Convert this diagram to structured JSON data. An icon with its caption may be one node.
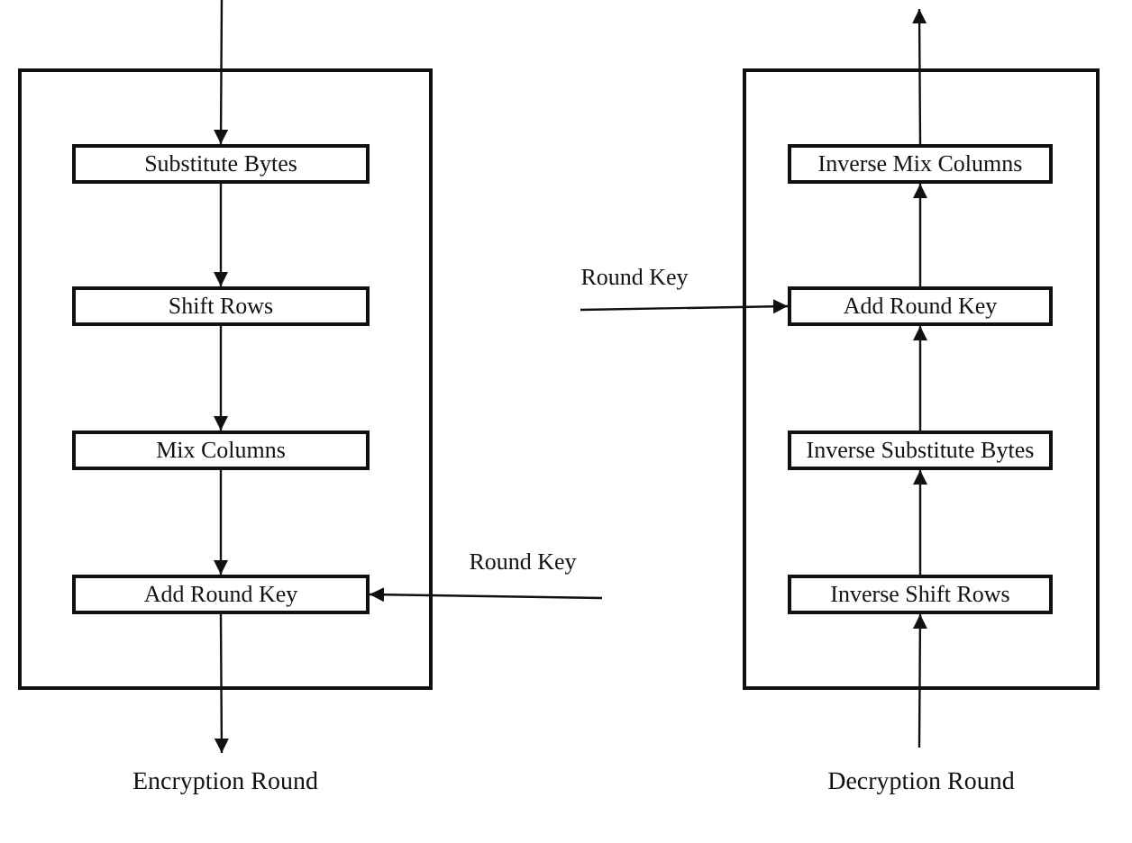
{
  "diagram": {
    "nodes": [
      {
        "text": [
          "Encryption Round"
        ]
      },
      {
        "text": [
          "Substitute Bytes"
        ],
        "in": 0
      },
      {
        "text": [
          "Shift Rows"
        ],
        "in": 0
      },
      {
        "text": [
          "Mix Columns"
        ],
        "in": 0
      },
      {
        "text": [
          "Add Round Key"
        ],
        "in": 0
      },
      {
        "text": [
          "Round Key"
        ]
      },
      {
        "text": [
          "Decryption Round"
        ]
      },
      {
        "text": [
          "Inverse Mix Columns"
        ],
        "in": 6
      },
      {
        "text": [
          "Add Round Key"
        ],
        "in": 6
      },
      {
        "text": [
          "Inverse Substitute Bytes"
        ],
        "in": 6
      },
      {
        "text": [
          "Inverse Shift Rows"
        ],
        "in": 6
      },
      {
        "text": [
          "Round Key"
        ]
      }
    ],
    "edges": [
      {
        "from": null,
        "to": 1,
        "arrow": "to"
      },
      {
        "from": 1,
        "to": 2,
        "arrow": "to"
      },
      {
        "from": 2,
        "to": 3,
        "arrow": "to"
      },
      {
        "from": 3,
        "to": 4,
        "arrow": "to"
      },
      {
        "from": 4,
        "to": null,
        "arrow": "to"
      },
      {
        "from": 5,
        "to": 4,
        "arrow": "to"
      },
      {
        "from": null,
        "to": 10,
        "arrow": "to"
      },
      {
        "from": 10,
        "to": 9,
        "arrow": "to"
      },
      {
        "from": 9,
        "to": 8,
        "arrow": "to"
      },
      {
        "from": 8,
        "to": 7,
        "arrow": "to"
      },
      {
        "from": 7,
        "to": null,
        "arrow": "to"
      },
      {
        "from": 11,
        "to": 8,
        "arrow": "to"
      }
    ]
  }
}
